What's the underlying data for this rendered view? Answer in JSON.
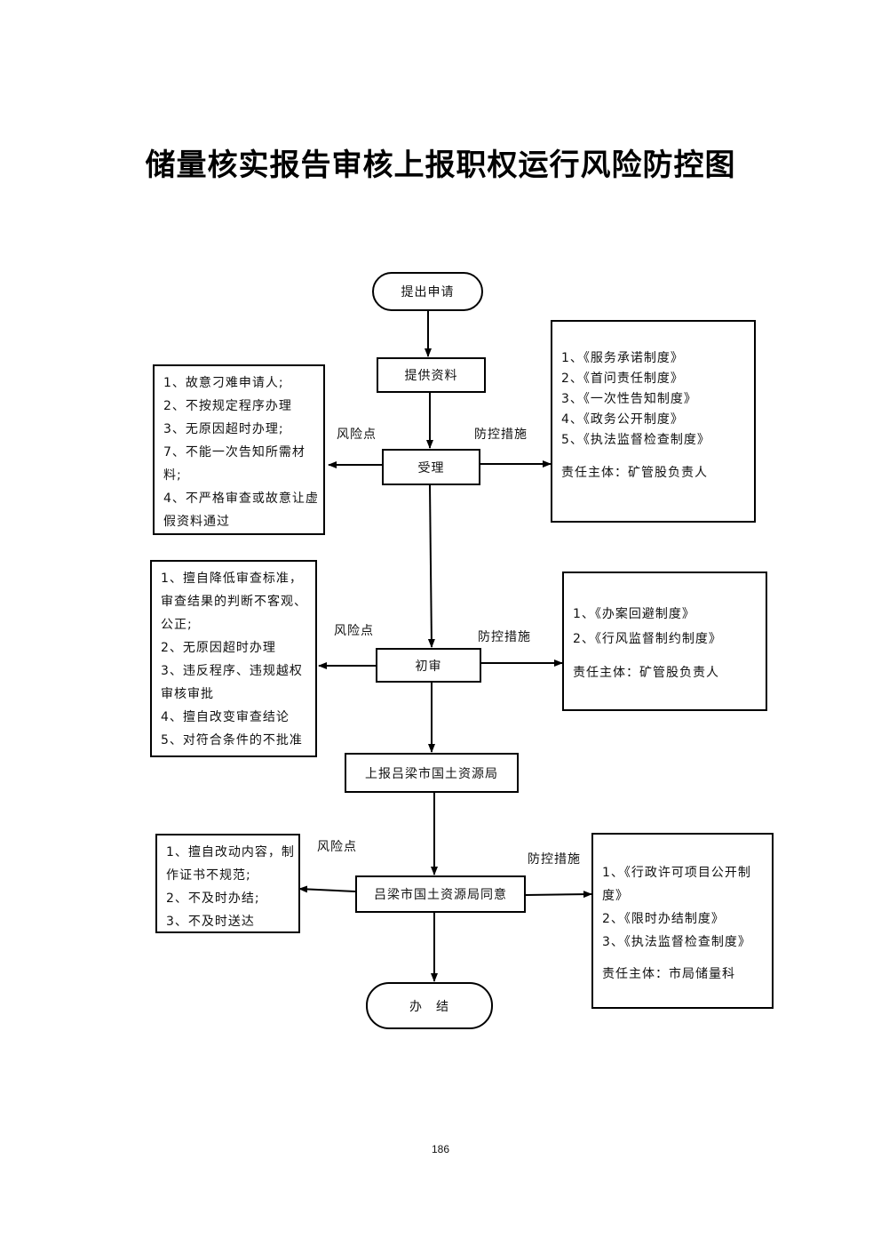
{
  "title": "储量核实报告审核上报职权运行风险防控图",
  "page_number": "186",
  "nodes": {
    "start": "提出申请",
    "submit": "提供资料",
    "accept": "受理",
    "review": "初审",
    "report": "上报吕梁市国土资源局",
    "approve": "吕梁市国土资源局同意",
    "end": "办　结"
  },
  "labels": {
    "risk": "风险点",
    "control": "防控措施"
  },
  "risk_accept": [
    "1、故意刁难申请人;",
    "2、不按规定程序办理",
    "3、无原因超时办理;",
    "7、不能一次告知所需材",
    "料;",
    "4、不严格审查或故意让虚",
    "假资料通过"
  ],
  "control_accept": {
    "items": [
      "1、《服务承诺制度》",
      "2、《首问责任制度》",
      "3、《一次性告知制度》",
      "4、《政务公开制度》",
      "5、《执法监督检查制度》"
    ],
    "responsible": "责任主体：矿管股负责人"
  },
  "risk_review": [
    "1、擅自降低审查标准，",
    "审查结果的判断不客观、",
    "公正;",
    "2、无原因超时办理",
    "3、违反程序、违规越权",
    "审核审批",
    "4、擅自改变审查结论",
    "5、对符合条件的不批准"
  ],
  "control_review": {
    "items": [
      "1、《办案回避制度》",
      "2、《行风监督制约制度》"
    ],
    "responsible": "责任主体：矿管股负责人"
  },
  "risk_approve": [
    "1、擅自改动内容，制",
    "作证书不规范;",
    "2、不及时办结;",
    "3、不及时送达"
  ],
  "control_approve": {
    "items": [
      "1、《行政许可项目公开制",
      "度》",
      "2、《限时办结制度》",
      "3、《执法监督检查制度》"
    ],
    "responsible": "责任主体：市局储量科"
  }
}
